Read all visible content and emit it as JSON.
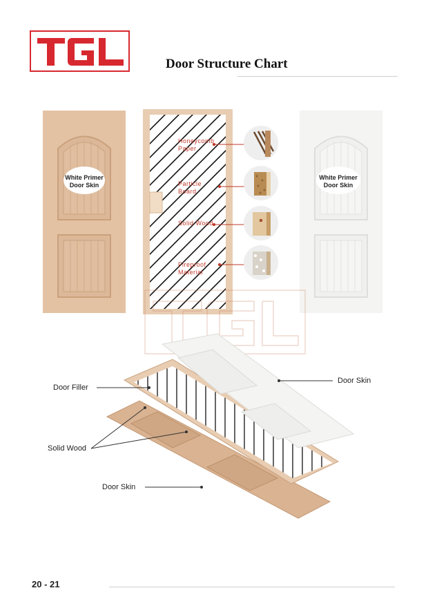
{
  "header": {
    "logo_text": "TGL",
    "title": "Door Structure Chart"
  },
  "top_doors": {
    "left_tag_line1": "White Primer",
    "left_tag_line2": "Door Skin",
    "right_tag_line1": "White Primer",
    "right_tag_line2": "Door Skin"
  },
  "core_layers": [
    {
      "line1": "Honeycomb",
      "line2": "Paper"
    },
    {
      "line1": "Particle",
      "line2": "Board"
    },
    {
      "line1": "Solid Wood",
      "line2": ""
    },
    {
      "line1": "Fireproof",
      "line2": "Material"
    }
  ],
  "exploded": {
    "door_filler": "Door Filler",
    "solid_wood": "Solid Wood",
    "door_skin_bottom": "Door Skin",
    "door_skin_top": "Door Skin"
  },
  "watermark": "TGL",
  "footer": {
    "page_numbers": "20 - 21"
  },
  "colors": {
    "brand_red": "#d7282f",
    "primer_tan": "#e3c2a3",
    "white_skin": "#f4f4f2"
  }
}
